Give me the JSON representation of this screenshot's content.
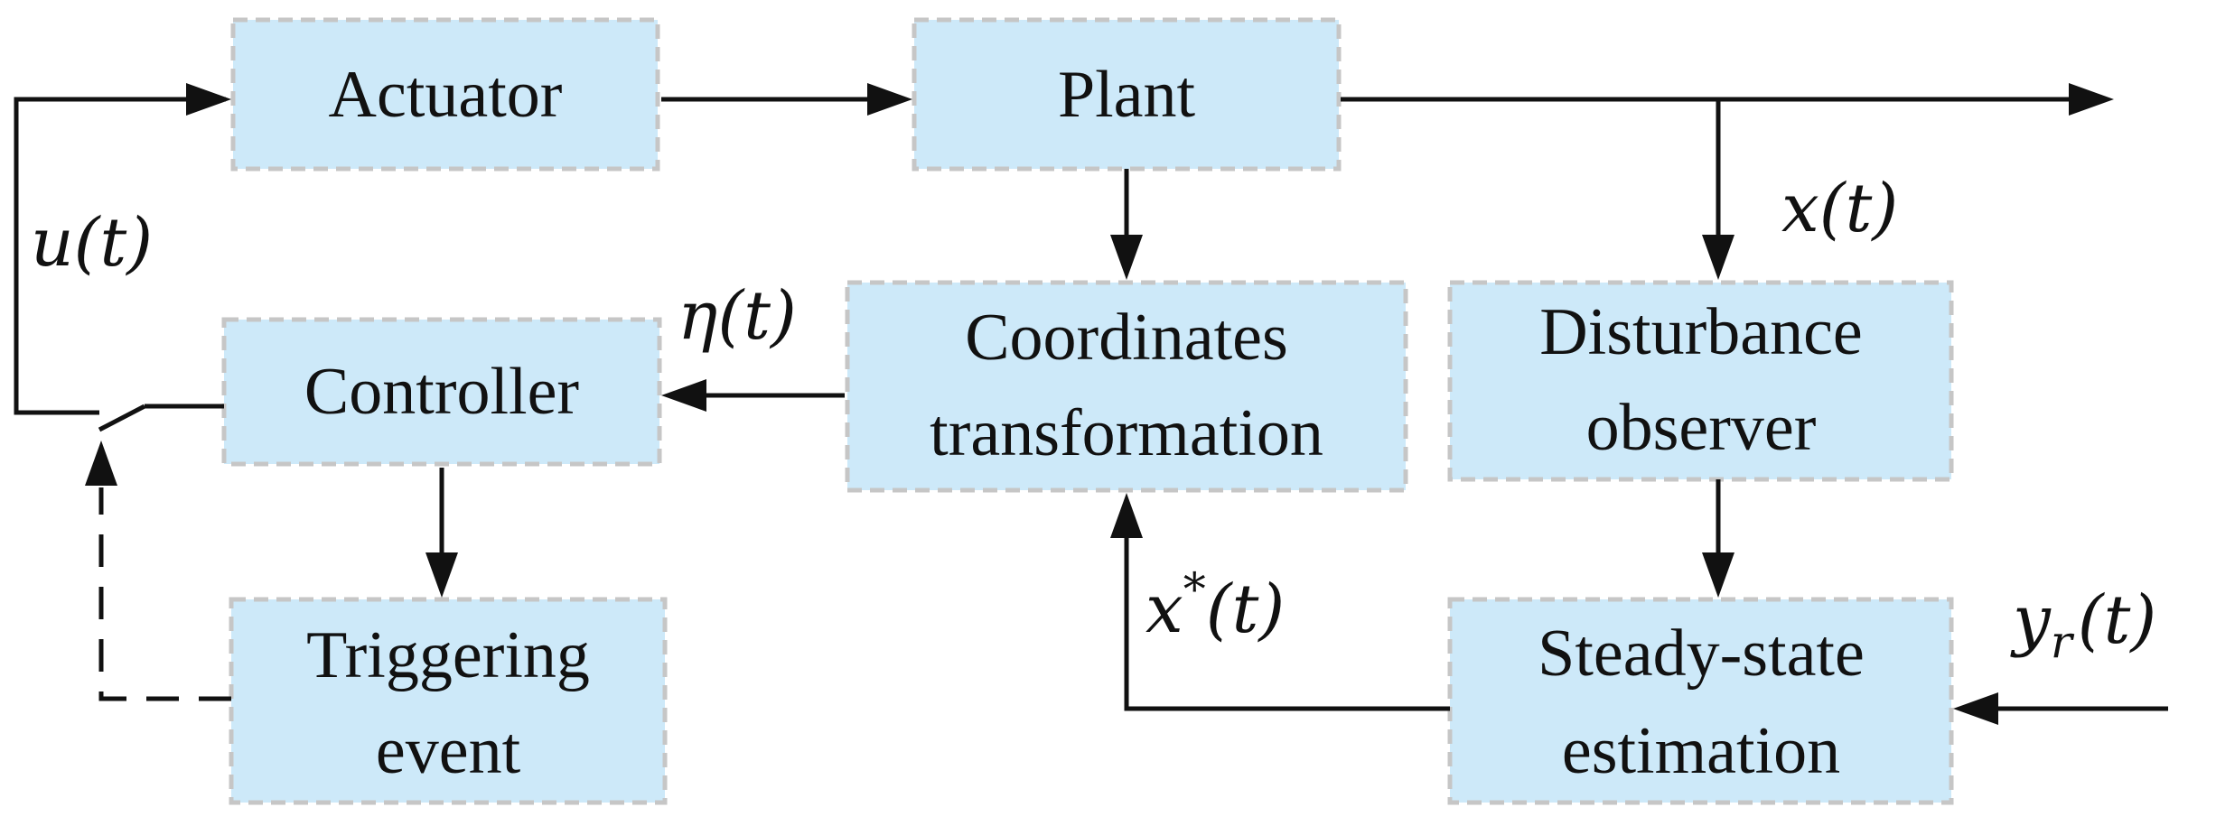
{
  "blocks": {
    "actuator": [
      "Actuator"
    ],
    "plant": [
      "Plant"
    ],
    "controller": [
      "Controller"
    ],
    "triggering": [
      "Triggering",
      "event"
    ],
    "coordinates": [
      "Coordinates",
      "transformation"
    ],
    "disturbance": [
      "Disturbance",
      "observer"
    ],
    "steady_state": [
      "Steady-state",
      "estimation"
    ]
  },
  "signals": {
    "u": "u(t)",
    "x": "x(t)",
    "eta": "η(t)",
    "xstar_base": "x",
    "xstar_sup": "*",
    "xstar_arg": "(t)",
    "yr_base": "y",
    "yr_sub": "r",
    "yr_arg": "(t)"
  }
}
